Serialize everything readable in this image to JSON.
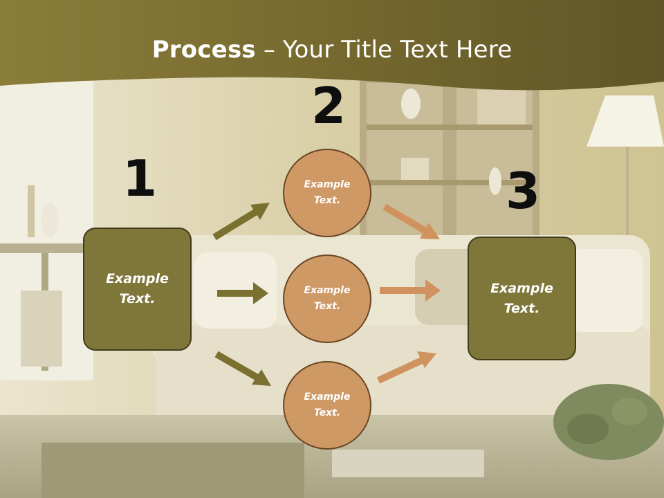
{
  "header": {
    "title_bold": "Process",
    "title_rest": " – Your Title Text Here"
  },
  "steps": {
    "one": {
      "number": "1",
      "label": "Example\nText."
    },
    "two": {
      "number": "2"
    },
    "three": {
      "number": "3",
      "label": "Example\nText."
    }
  },
  "circles": [
    {
      "label": "Example\nText."
    },
    {
      "label": "Example\nText."
    },
    {
      "label": "Example\nText."
    }
  ],
  "colors": {
    "header_band": "#7a7132",
    "box_fill": "#7f7639",
    "circle_fill": "#cf9966",
    "arrow_left": "#7a7030",
    "arrow_right": "#d0925e"
  }
}
